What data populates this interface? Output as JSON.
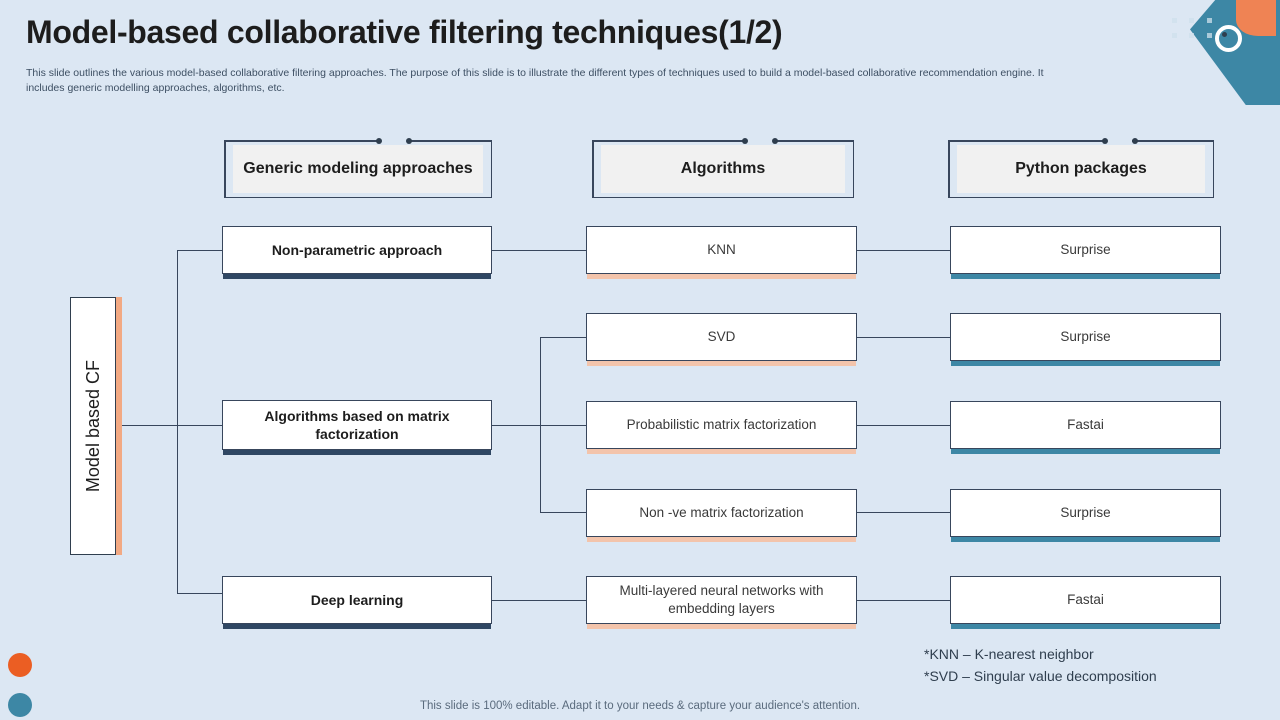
{
  "slide": {
    "title": "Model-based collaborative filtering techniques(1/2)",
    "subtitle": "This slide outlines the various model-based collaborative filtering approaches. The purpose of this slide is to illustrate the different types of techniques used to build a model-based collaborative recommendation engine. It includes generic modelling approaches, algorithms, etc.",
    "editable_note": "This slide is 100% editable. Adapt it to your needs & capture your audience's attention."
  },
  "colors": {
    "background": "#dce7f3",
    "accent_navy": "#2f4763",
    "accent_orange": "#f2a983",
    "accent_teal": "#3d87a5",
    "orange_dot": "#eb5e23",
    "border": "#38465c",
    "header_panel": "#f1f1f1"
  },
  "column_headers": [
    {
      "label": "Generic modeling approaches"
    },
    {
      "label": "Algorithms"
    },
    {
      "label": "Python packages"
    }
  ],
  "root": {
    "label": "Model based CF"
  },
  "approaches": [
    {
      "label": "Non-parametric approach"
    },
    {
      "label": "Algorithms based on matrix factorization"
    },
    {
      "label": "Deep learning"
    }
  ],
  "algorithms": [
    {
      "label": "KNN"
    },
    {
      "label": "SVD"
    },
    {
      "label": "Probabilistic matrix factorization"
    },
    {
      "label": "Non -ve matrix factorization"
    },
    {
      "label": "Multi-layered neural networks with embedding layers"
    }
  ],
  "packages": [
    {
      "label": "Surprise"
    },
    {
      "label": "Surprise"
    },
    {
      "label": "Fastai"
    },
    {
      "label": "Surprise"
    },
    {
      "label": "Fastai"
    }
  ],
  "footnotes": [
    "*KNN – K-nearest neighbor",
    "*SVD – Singular value decomposition"
  ]
}
